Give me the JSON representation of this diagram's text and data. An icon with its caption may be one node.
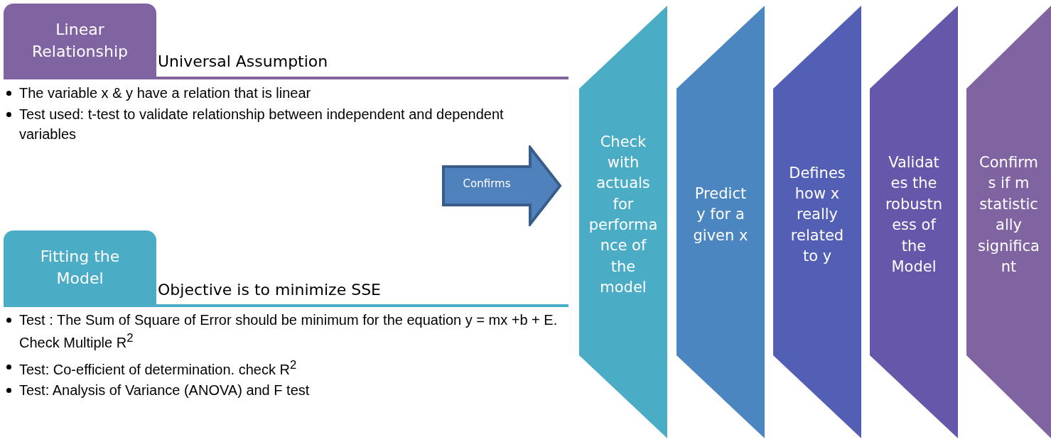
{
  "diagram": {
    "nodes": [
      {
        "text": [
          "Linear Relationship"
        ],
        "beside": [
          "Universal Assumption"
        ]
      },
      {
        "text": [
          "Fitting the Model"
        ],
        "beside": [
          "Objective is to minimize SSE"
        ]
      },
      {
        "text": [
          "Confirms"
        ]
      },
      {
        "text": [
          "Check with actuals for performa nce of the model"
        ]
      },
      {
        "text": [
          "Predict y for a given x"
        ]
      },
      {
        "text": [
          "Defines how x really related to y"
        ]
      },
      {
        "text": [
          "Validat es the robustn ess of the Model"
        ]
      },
      {
        "text": [
          "Confirm s if m statistic ally significa nt"
        ]
      }
    ],
    "edges": [],
    "labels": [
      "The variable x & y have a relation that is linear",
      "Test used: t-test to validate relationship between independent and dependent variables",
      "Test : The Sum of Square of Error should be minimum for the equation y =  mx +b + E. Check Multiple R$^{2}$",
      "Test: Co-efficient of determination. check R$^{2}$",
      "Test: Analysis of Variance (ANOVA) and F test"
    ]
  }
}
